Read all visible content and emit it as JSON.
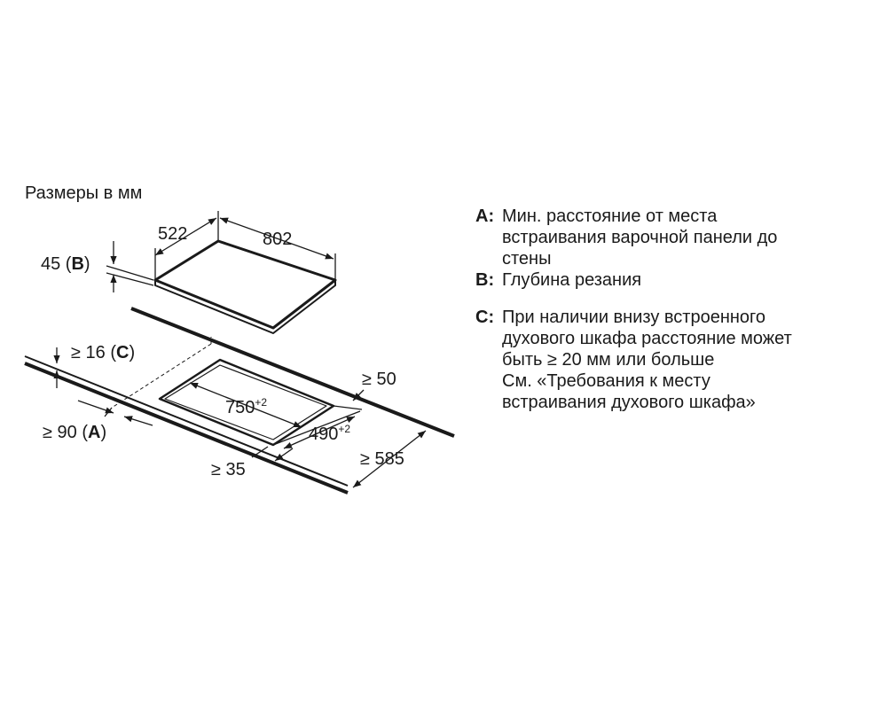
{
  "page": {
    "units_title": "Размеры в мм"
  },
  "hob": {
    "depth": "522",
    "width": "802",
    "thickness_value": "45 (",
    "thickness_key": "B",
    "thickness_close": ")"
  },
  "cutout": {
    "width_value": "750",
    "width_tolerance": "+2",
    "depth_value": "490",
    "depth_tolerance": "+2",
    "gap_value": "≥ 16 (",
    "gap_key": "C",
    "gap_close": ")",
    "wall_value": "≥ 90 (",
    "wall_key": "A",
    "wall_close": ")",
    "front_min": "≥ 35",
    "back_min": "≥ 50",
    "worktop_min": "≥ 585"
  },
  "legend": [
    {
      "key": "A:",
      "lines": [
        "Мин. расстояние от места",
        "встраивания варочной панели до",
        "стены"
      ]
    },
    {
      "key": "B:",
      "lines": [
        "Глубина резания"
      ]
    },
    {
      "key": "C:",
      "lines": [
        "При наличии внизу встроенного",
        "духового шкафа расстояние может",
        "быть ≥ 20 мм или больше",
        "См. «Требования к месту",
        "встраивания духового шкафа»"
      ]
    }
  ],
  "colors": {
    "ink": "#1a1a1a",
    "background": "#ffffff"
  }
}
